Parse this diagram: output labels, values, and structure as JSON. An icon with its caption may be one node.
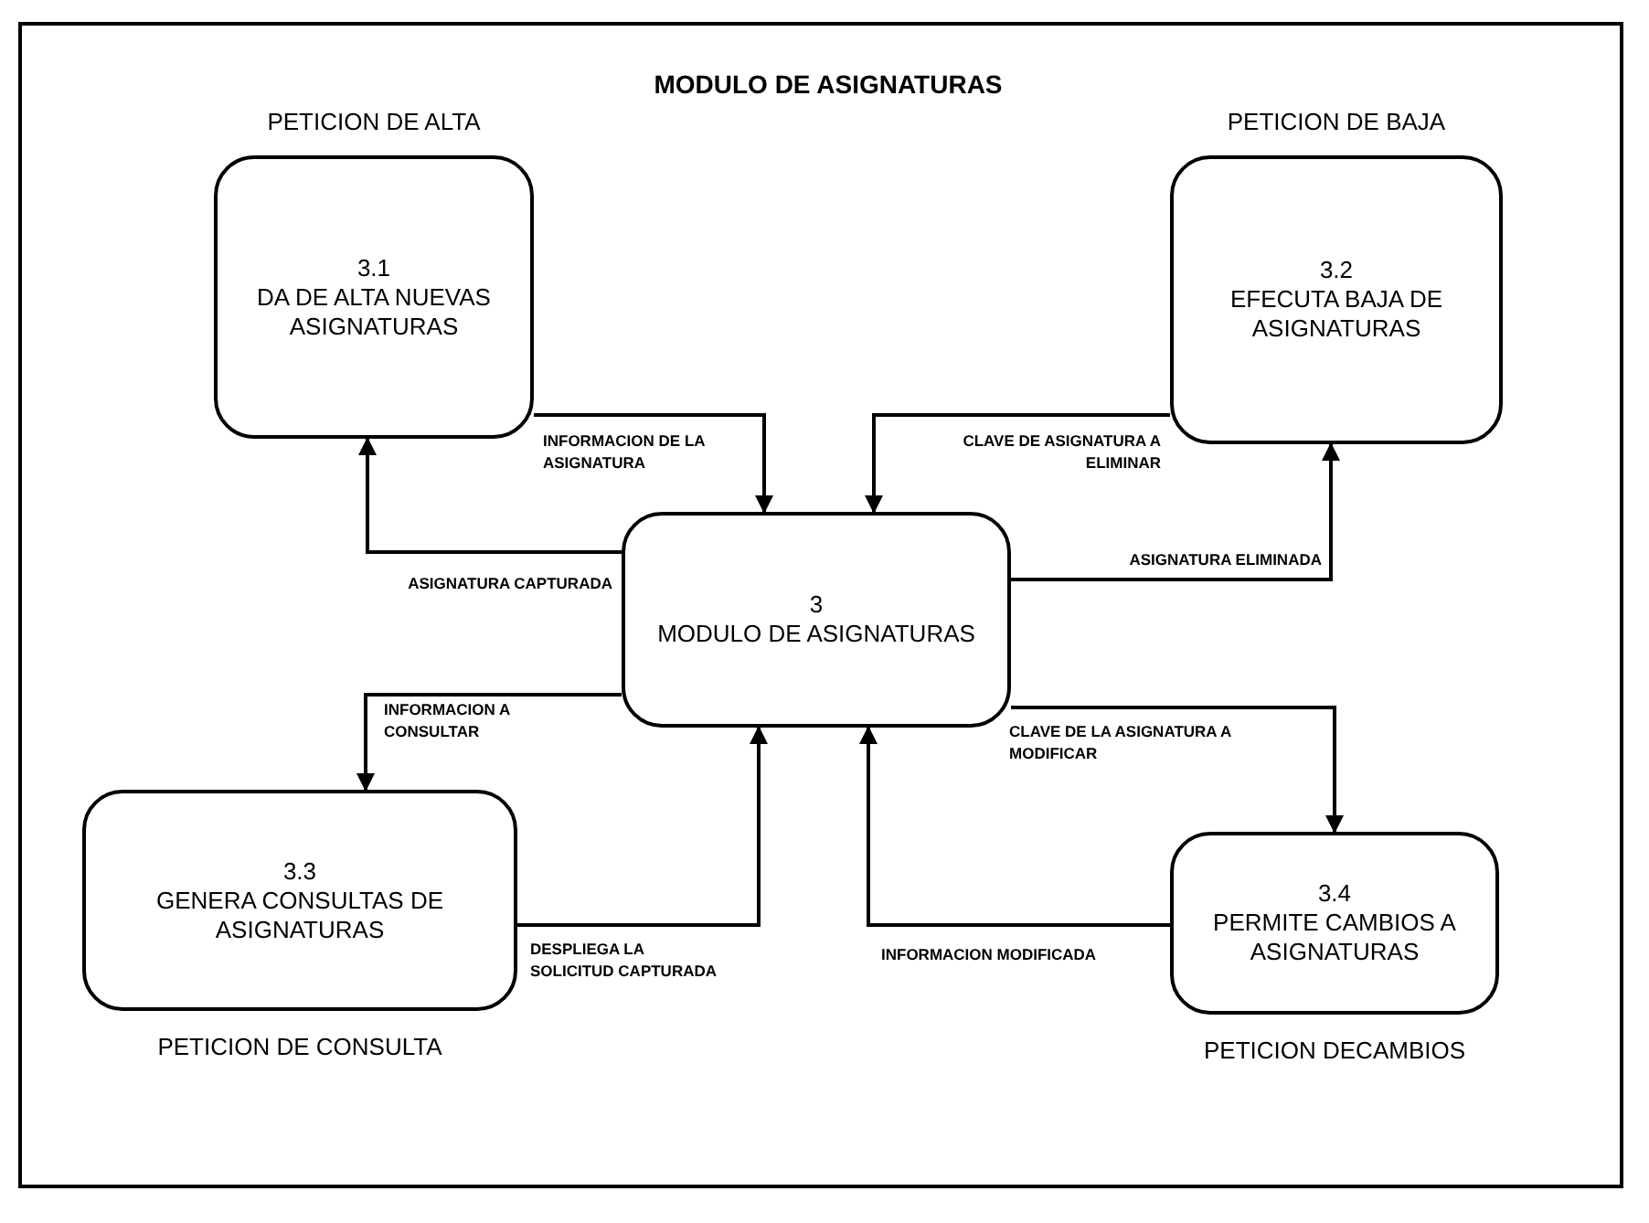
{
  "diagram": {
    "title": "MODULO DE ASIGNATURAS",
    "nodes": [
      {
        "text": [
          "3",
          "MODULO DE ASIGNATURAS"
        ]
      },
      {
        "text": [
          "3.1",
          "DA DE ALTA NUEVAS ASIGNATURAS"
        ],
        "beside": [
          "PETICION DE ALTA"
        ]
      },
      {
        "text": [
          "3.2",
          "EFECUTA BAJA DE ASIGNATURAS"
        ],
        "beside": [
          "PETICION DE BAJA"
        ]
      },
      {
        "text": [
          "3.3",
          "GENERA CONSULTAS DE ASIGNATURAS"
        ],
        "beside": [
          "PETICION DE CONSULTA"
        ]
      },
      {
        "text": [
          "3.4",
          "PERMITE CAMBIOS A ASIGNATURAS"
        ],
        "beside": [
          "PETICION DECAMBIOS"
        ]
      }
    ],
    "edges": [
      {
        "from": 1,
        "to": 0,
        "arrow": "to",
        "label": "INFORMACION DE LA ASIGNATURA"
      },
      {
        "from": 2,
        "to": 0,
        "arrow": "to",
        "label": "CLAVE DE ASIGNATURA A ELIMINAR"
      },
      {
        "from": 0,
        "to": 1,
        "arrow": "to",
        "label": "ASIGNATURA CAPTURADA"
      },
      {
        "from": 0,
        "to": 2,
        "arrow": "to",
        "label": "ASIGNATURA ELIMINADA"
      },
      {
        "from": 0,
        "to": 3,
        "arrow": "to",
        "label": "INFORMACION A CONSULTAR"
      },
      {
        "from": 3,
        "to": 0,
        "arrow": "to",
        "label": "DESPLIEGA LA SOLICITUD CAPTURADA"
      },
      {
        "from": 0,
        "to": 4,
        "arrow": "to",
        "label": "CLAVE DE LA ASIGNATURA A MODIFICAR"
      },
      {
        "from": 4,
        "to": 0,
        "arrow": "to",
        "label": "INFORMACION MODIFICADA"
      }
    ]
  }
}
